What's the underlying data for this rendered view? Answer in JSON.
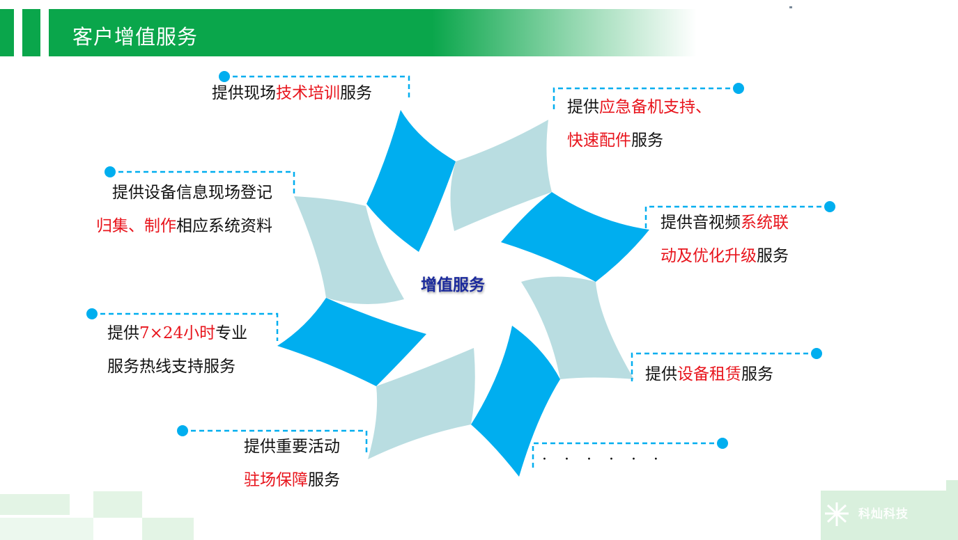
{
  "header": {
    "title": "客户增值服务"
  },
  "center": {
    "label": "增值服务"
  },
  "items": [
    {
      "lines": [
        [
          {
            "t": "提供现场"
          },
          {
            "t": "技术培训",
            "red": true
          },
          {
            "t": "服务"
          }
        ]
      ]
    },
    {
      "lines": [
        [
          {
            "t": "提供"
          },
          {
            "t": "应急备机支持、",
            "red": true
          }
        ],
        [
          {
            "t": "快速配件",
            "red": true
          },
          {
            "t": "服务"
          }
        ]
      ]
    },
    {
      "lines": [
        [
          {
            "t": "提供设备信息现场登记"
          }
        ],
        [
          {
            "t": "归集、制作",
            "red": true
          },
          {
            "t": "相应系统资料"
          }
        ]
      ]
    },
    {
      "lines": [
        [
          {
            "t": "提供音视频"
          },
          {
            "t": "系统联",
            "red": true
          }
        ],
        [
          {
            "t": "动及优化升级",
            "red": true
          },
          {
            "t": "服务"
          }
        ]
      ]
    },
    {
      "lines": [
        [
          {
            "t": "提供"
          },
          {
            "t": "7×24小时",
            "red": true
          },
          {
            "t": "专业"
          }
        ],
        [
          {
            "t": "服务热线支持服务"
          }
        ]
      ]
    },
    {
      "lines": [
        [
          {
            "t": "提供"
          },
          {
            "t": "设备租赁",
            "red": true
          },
          {
            "t": "服务"
          }
        ]
      ]
    },
    {
      "lines": [
        [
          {
            "t": "提供重要活动"
          }
        ],
        [
          {
            "t": "驻场保障",
            "red": true
          },
          {
            "t": "服务"
          }
        ]
      ]
    },
    {
      "lines": [
        [
          {
            "t": "· · · · · ·"
          }
        ]
      ]
    }
  ],
  "logo": {
    "text": "科灿科技"
  },
  "colors": {
    "header_green": "#0aa64b",
    "blade_blue": "#00aeef",
    "blade_light": "#b9dde1",
    "connector": "#00aeef",
    "highlight_red": "#e8141c",
    "center_text": "#1b2a9c"
  }
}
